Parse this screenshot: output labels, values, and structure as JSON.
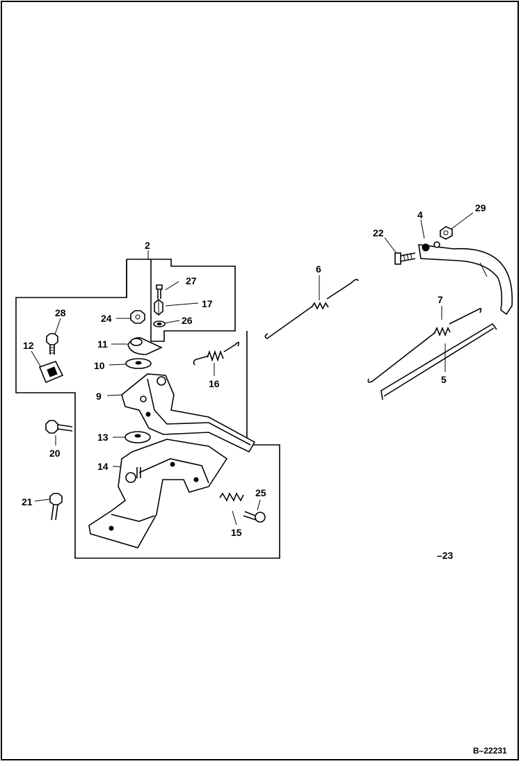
{
  "diagram": {
    "drawing_number": "B–22231",
    "figure_ref": "–23",
    "callouts": [
      "2",
      "4",
      "5",
      "6",
      "7",
      "9",
      "10",
      "11",
      "12",
      "13",
      "14",
      "15",
      "16",
      "17",
      "20",
      "21",
      "22",
      "24",
      "25",
      "26",
      "27",
      "28",
      "29"
    ]
  }
}
